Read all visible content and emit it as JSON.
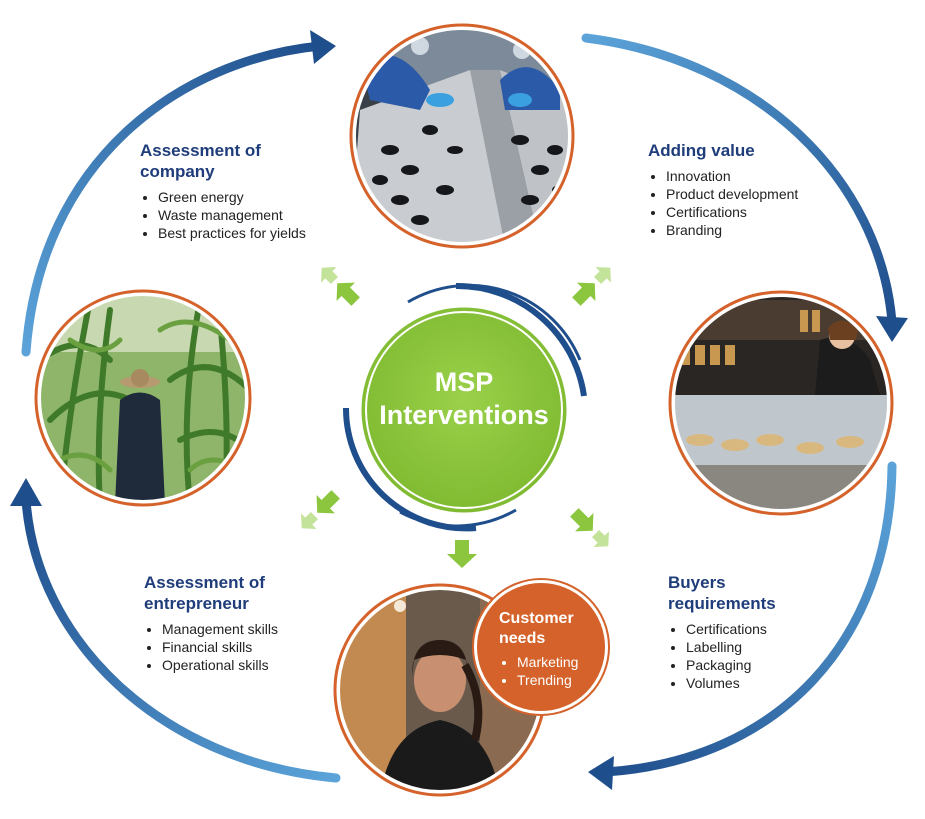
{
  "center": {
    "line1": "MSP",
    "line2": "Interventions"
  },
  "assessment_company": {
    "title_line1": "Assessment of",
    "title_line2": "company",
    "items": [
      "Green energy",
      "Waste management",
      "Best practices for yields"
    ]
  },
  "adding_value": {
    "title": "Adding value",
    "items": [
      "Innovation",
      "Product development",
      "Certifications",
      "Branding"
    ]
  },
  "buyers_requirements": {
    "title_line1": "Buyers",
    "title_line2": "requirements",
    "items": [
      "Certifications",
      "Labelling",
      "Packaging",
      "Volumes"
    ]
  },
  "assessment_entrepreneur": {
    "title_line1": "Assessment of",
    "title_line2": "entrepreneur",
    "items": [
      "Management skills",
      "Financial skills",
      "Operational skills"
    ]
  },
  "customer_needs": {
    "title_line1": "Customer",
    "title_line2": "needs",
    "items": [
      "Marketing",
      "Trending"
    ]
  },
  "colors": {
    "dark_blue": "#1f4e8c",
    "light_blue": "#5ba3d9",
    "green": "#8cc63f",
    "light_green": "#c4e39a",
    "orange": "#d4622a",
    "title_blue": "#1f3d7a"
  }
}
